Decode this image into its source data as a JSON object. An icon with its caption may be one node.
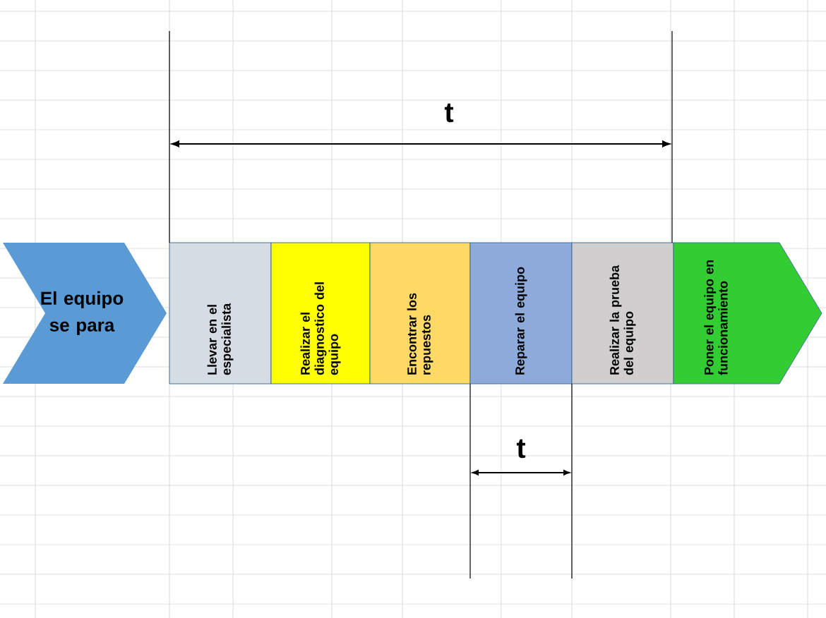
{
  "diagram": {
    "nodes": [
      {
        "text": [
          "El equipo se para"
        ]
      },
      {
        "text": [
          "Llevar en el especialista"
        ]
      },
      {
        "text": [
          "Realizar el diagnostico del equipo"
        ]
      },
      {
        "text": [
          "Encontrar los repuestos"
        ]
      },
      {
        "text": [
          "Reparar el equipo"
        ]
      },
      {
        "text": [
          "Realizar la prueba del equipo"
        ]
      },
      {
        "text": [
          "Poner el equipo en funcionamiento"
        ]
      }
    ],
    "labels": [
      "t",
      "t"
    ]
  }
}
